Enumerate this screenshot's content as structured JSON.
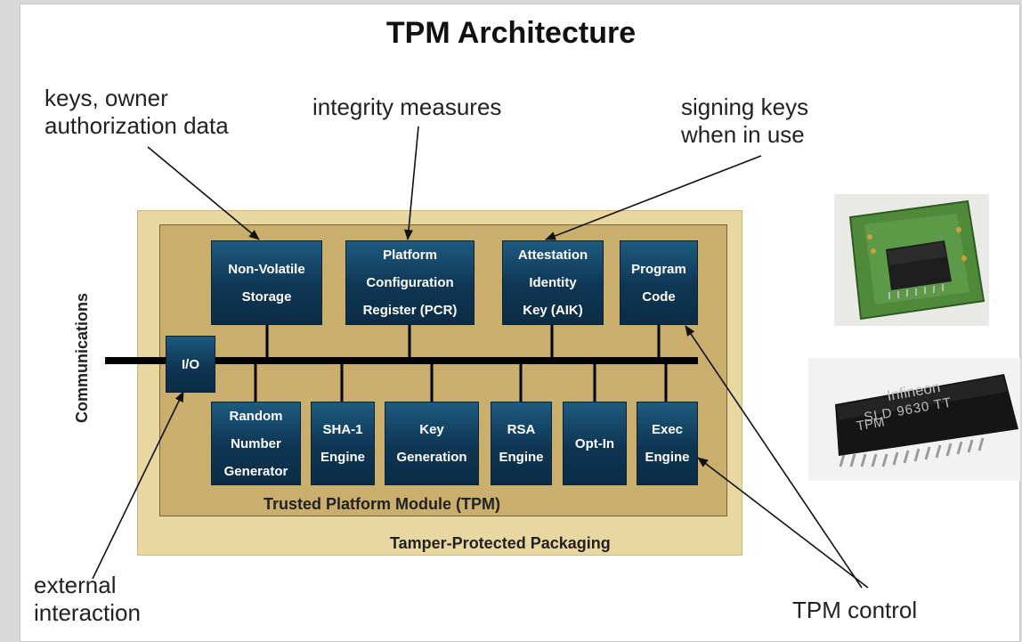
{
  "title": "TPM Architecture",
  "annotations": {
    "keys": "keys, owner\nauthorization data",
    "integrity": "integrity measures",
    "signing": "signing keys\nwhen in use",
    "external": "external\ninteraction",
    "control": "TPM control"
  },
  "side_label": "Communications",
  "modules": {
    "io": "I/O",
    "nv_storage": "Non-Volatile\nStorage",
    "pcr": "Platform\nConfiguration\nRegister (PCR)",
    "aik": "Attestation\nIdentity\nKey (AIK)",
    "program_code": "Program\nCode",
    "rng": "Random\nNumber\nGenerator",
    "sha1": "SHA-1\nEngine",
    "keygen": "Key\nGeneration",
    "rsa": "RSA\nEngine",
    "optin": "Opt-In",
    "exec": "Exec\nEngine"
  },
  "container_labels": {
    "tpm": "Trusted Platform Module (TPM)",
    "packaging": "Tamper-Protected Packaging"
  },
  "chip_text": {
    "brand": "Infineon",
    "line2": "SLD 9630 TT",
    "line3": "TPM"
  },
  "colors": {
    "module_fill": "#0e3653",
    "tpm_fill": "#c9ae6e",
    "packaging_fill": "#e9d7a2",
    "board_green": "#4f8a3a"
  }
}
